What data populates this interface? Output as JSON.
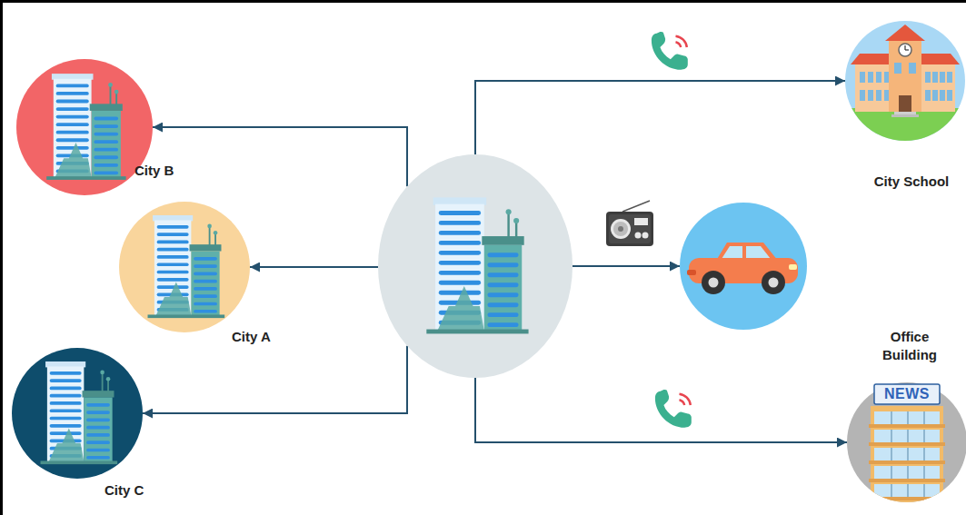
{
  "diagram": {
    "nodes": [
      {
        "text": [
          "City B"
        ]
      },
      {
        "text": [
          "City A"
        ]
      },
      {
        "text": [
          "City C"
        ]
      },
      {
        "text": []
      },
      {
        "text": [
          "City School"
        ]
      },
      {
        "text": []
      },
      {
        "text": [
          "Office Building",
          "NEWS"
        ]
      }
    ],
    "edges": [
      {
        "from": 3,
        "to": 0,
        "arrow": "to"
      },
      {
        "from": 3,
        "to": 1,
        "arrow": "to"
      },
      {
        "from": 3,
        "to": 2,
        "arrow": "to"
      },
      {
        "from": 3,
        "to": 4,
        "arrow": "to"
      },
      {
        "from": 3,
        "to": 5,
        "arrow": "to"
      },
      {
        "from": 3,
        "to": 6,
        "arrow": "to"
      }
    ]
  }
}
